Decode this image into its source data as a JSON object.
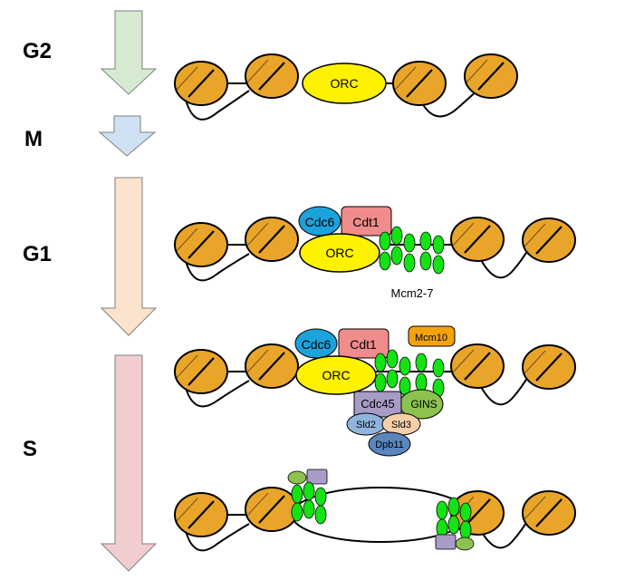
{
  "phases": {
    "g2": "G2",
    "m": "M",
    "g1": "G1",
    "s": "S"
  },
  "proteins": {
    "orc": "ORC",
    "cdc6": "Cdc6",
    "cdt1": "Cdt1",
    "mcm27": "Mcm2-7",
    "mcm10": "Mcm10",
    "cdc45": "Cdc45",
    "gins": "GINS",
    "sld2": "Sld2",
    "sld3": "Sld3",
    "dpb11": "Dpb11"
  },
  "colors": {
    "arrow_g2": "#d6ead2",
    "arrow_m": "#cfe0f3",
    "arrow_g1": "#fce3cd",
    "arrow_s": "#f2cdd0",
    "nucleosome": "#e8a52a",
    "orc": "#fff200",
    "cdc6": "#1ba3dc",
    "cdt1": "#f08c8c",
    "mcm": "#13e313",
    "mcm10": "#f3a20e",
    "cdc45": "#a89bc6",
    "gins": "#8cc24f",
    "sld2": "#8fb5dd",
    "sld3": "#f6cfa9",
    "dpb11": "#5b85bf"
  }
}
